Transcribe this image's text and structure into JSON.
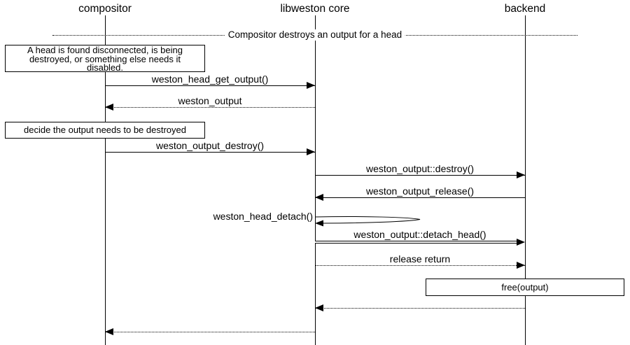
{
  "diagram": {
    "participants": [
      {
        "label": "compositor"
      },
      {
        "label": "libweston core"
      },
      {
        "label": "backend"
      }
    ],
    "divider_label": "Compositor destroys an output for a head",
    "notes": {
      "disconnected_lines": [
        "A head is found disconnected, is being",
        "destroyed, or something else needs it",
        "disabled."
      ],
      "decide": "decide the output needs to be destroyed",
      "free": "free(output)"
    },
    "messages": {
      "get_output": "weston_head_get_output()",
      "ret_output": "weston_output",
      "output_destroy": "weston_output_destroy()",
      "vfunc_destroy": "weston_output::destroy()",
      "output_release": "weston_output_release()",
      "head_detach": "weston_head_detach()",
      "vfunc_detach_head": "weston_output::detach_head()",
      "release_return": "release return"
    },
    "colors": {
      "line": "#000000",
      "background": "#ffffff"
    }
  }
}
